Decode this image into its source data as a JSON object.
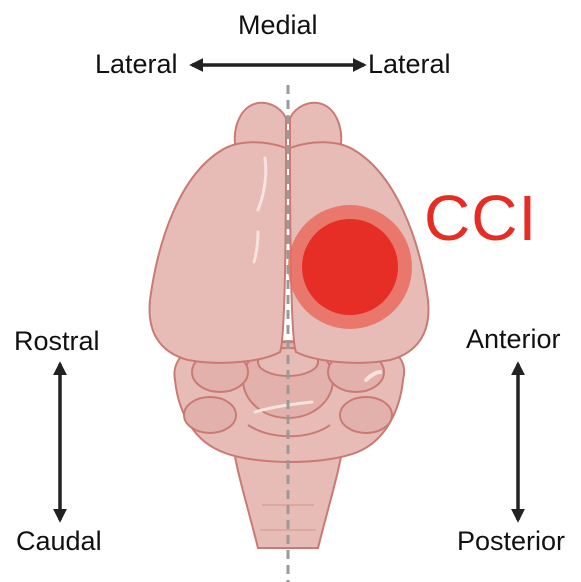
{
  "labels": {
    "medial": "Medial",
    "lateral_left": "Lateral",
    "lateral_right": "Lateral",
    "rostral": "Rostral",
    "caudal": "Caudal",
    "anterior": "Anterior",
    "posterior": "Posterior",
    "injury": "CCI"
  },
  "colors": {
    "brain_fill": "#e7bcb7",
    "brain_stroke": "#c97a73",
    "brain_shadow": "#dba8a2",
    "brain_highlight": "#f6e2df",
    "injury_core": "#e62e26",
    "injury_halo": "#ea6b5e",
    "arrow": "#222222",
    "midline": "#9a9a9a",
    "injury_text": "#e52d24"
  },
  "icons": [
    "brain-dorsal-view-icon",
    "double-arrow-horizontal-icon",
    "double-arrow-vertical-icon"
  ]
}
